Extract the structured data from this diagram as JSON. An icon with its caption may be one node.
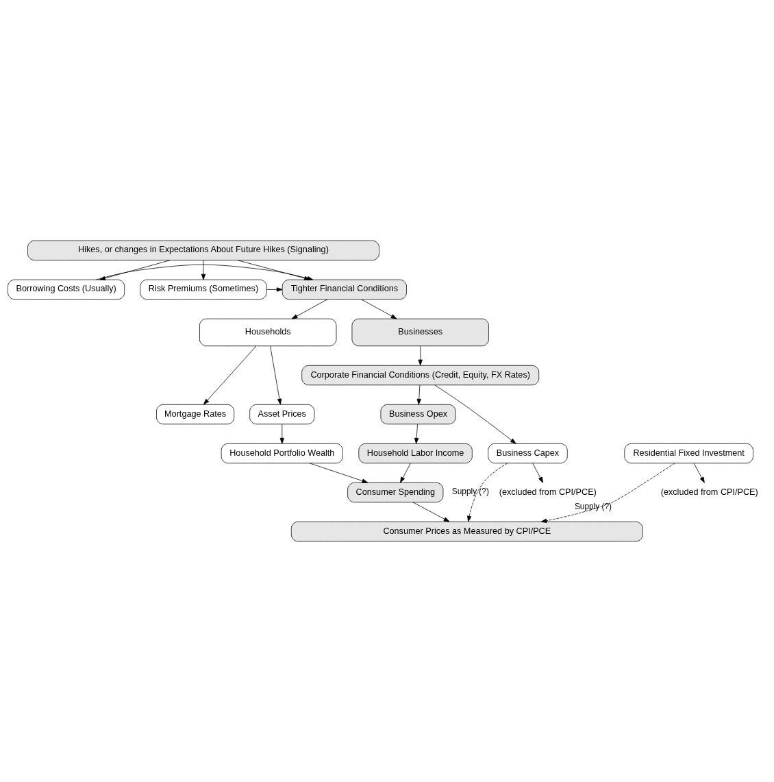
{
  "diagram": {
    "nodes": [
      {
        "text": [
          "Hikes, or changes in Expectations About Future Hikes (Signaling)"
        ]
      },
      {
        "text": [
          "Borrowing Costs (Usually)"
        ]
      },
      {
        "text": [
          "Tighter Financial Conditions"
        ]
      },
      {
        "text": [
          "Risk Premiums (Sometimes)"
        ]
      },
      {
        "text": [
          "Households"
        ]
      },
      {
        "text": [
          "Businesses"
        ]
      },
      {
        "text": [
          "Mortgage Rates"
        ]
      },
      {
        "text": [
          "Asset Prices"
        ]
      },
      {
        "text": [
          "Corporate Financial Conditions (Credit, Equity, FX Rates)"
        ]
      },
      {
        "text": [
          "Business Opex"
        ]
      },
      {
        "text": [
          "Residential Fixed Investment"
        ]
      },
      {
        "text": [
          "Household Portfolio Wealth"
        ]
      },
      {
        "text": [
          "Household Labor Income"
        ]
      },
      {
        "text": [
          "Business Capex"
        ]
      },
      {
        "text": [
          "Consumer Spending"
        ]
      },
      {
        "text": [
          "Consumer Prices as Measured by CPI/PCE"
        ]
      },
      {
        "text": [
          "(excluded from CPI/PCE)"
        ]
      },
      {
        "text": [
          "(excluded from CPI/PCE)"
        ]
      }
    ],
    "edges": [
      {
        "from": 0,
        "to": 1,
        "arrow": "to"
      },
      {
        "from": 0,
        "to": 2,
        "arrow": "to"
      },
      {
        "from": 0,
        "to": 3,
        "arrow": "to"
      },
      {
        "from": 1,
        "to": 2,
        "arrow": "to"
      },
      {
        "from": 3,
        "to": 2,
        "arrow": "to"
      },
      {
        "from": 2,
        "to": 4,
        "arrow": "to"
      },
      {
        "from": 2,
        "to": 5,
        "arrow": "to"
      },
      {
        "from": 4,
        "to": 6,
        "arrow": "to"
      },
      {
        "from": 4,
        "to": 7,
        "arrow": "to"
      },
      {
        "from": 5,
        "to": 8,
        "arrow": "to"
      },
      {
        "from": 8,
        "to": 9,
        "arrow": "to"
      },
      {
        "from": 8,
        "to": 13,
        "arrow": "to"
      },
      {
        "from": 7,
        "to": 11,
        "arrow": "to"
      },
      {
        "from": 9,
        "to": 12,
        "arrow": "to"
      },
      {
        "from": 11,
        "to": 14,
        "arrow": "to"
      },
      {
        "from": 12,
        "to": 14,
        "arrow": "to"
      },
      {
        "from": 14,
        "to": 15,
        "arrow": "to"
      },
      {
        "from": 10,
        "to": 15,
        "arrow": "to",
        "style": "dashed",
        "label": "Supply (?)"
      },
      {
        "from": 13,
        "to": 15,
        "arrow": "to",
        "style": "dashed",
        "label": "Supply (?)"
      },
      {
        "from": 10,
        "to": 16,
        "arrow": "to"
      },
      {
        "from": 13,
        "to": 17,
        "arrow": "to"
      }
    ]
  }
}
